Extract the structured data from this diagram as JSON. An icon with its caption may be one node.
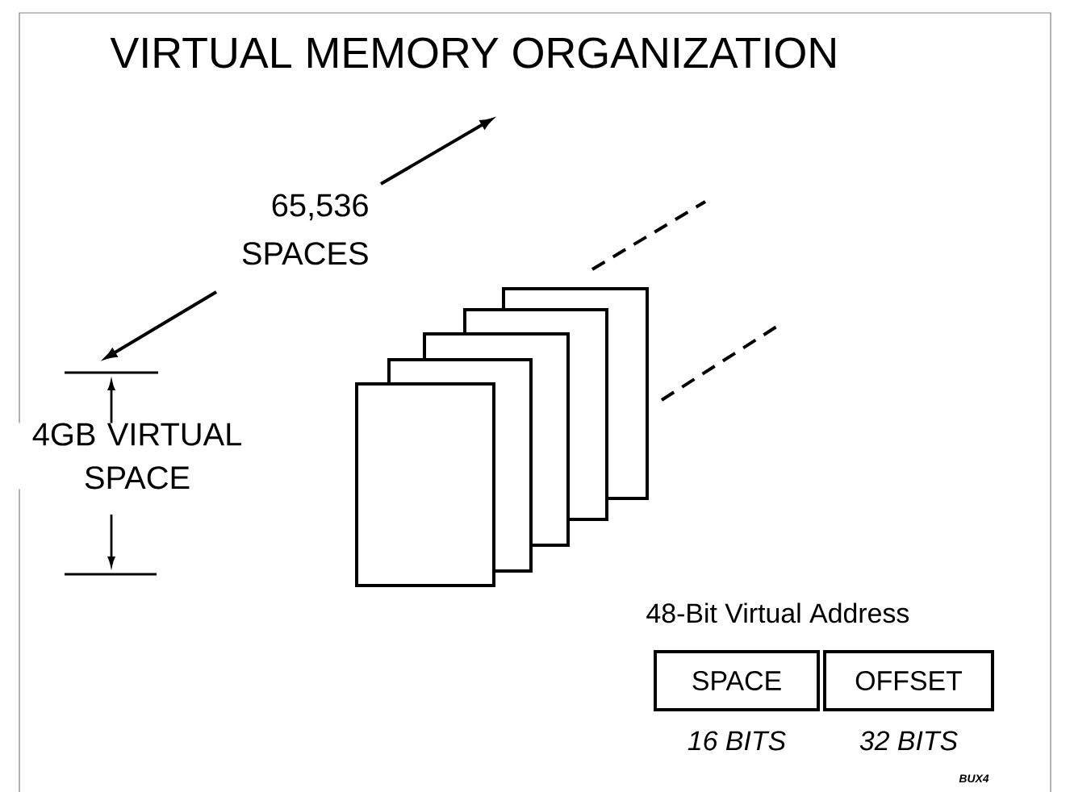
{
  "diagram": {
    "title": "VIRTUAL MEMORY ORGANIZATION",
    "nodes": [
      {
        "text": [
          "SPACE"
        ],
        "beside": [
          "16 BITS"
        ]
      },
      {
        "text": [
          "OFFSET"
        ],
        "beside": [
          "32 BITS"
        ]
      }
    ],
    "labels": [
      "65,536 SPACES",
      "4GB VIRTUAL SPACE",
      "48-Bit Virtual Address",
      "BUX4"
    ]
  }
}
